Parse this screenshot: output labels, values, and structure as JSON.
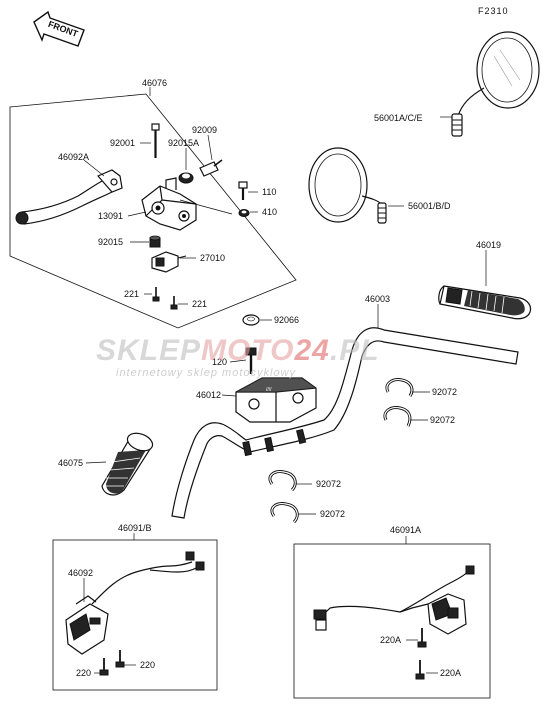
{
  "diagram": {
    "ref_code": "F2310",
    "front_badge": "FRONT",
    "watermark": {
      "part1": "SKLEP",
      "part2": "MOTO",
      "part3": "24",
      "part4": ".PL",
      "tagline": "internetowy sklep motocyklowy"
    },
    "labels": {
      "p46076": "46076",
      "p92001": "92001",
      "p92009": "92009",
      "p92015A": "92015A",
      "p46092A": "46092A",
      "p110": "110",
      "p13091": "13091",
      "p410": "410",
      "p92015": "92015",
      "p27010": "27010",
      "p221a": "221",
      "p221b": "221",
      "p56001ACE": "56001A/C/E",
      "p56001BD": "56001/B/D",
      "p46019": "46019",
      "p46003": "46003",
      "p92066": "92066",
      "p120": "120",
      "p46012": "46012",
      "p92072a": "92072",
      "p92072b": "92072",
      "p92072c": "92072",
      "p92072d": "92072",
      "p46075": "46075",
      "p46091B": "46091/B",
      "p46092": "46092",
      "p220a": "220",
      "p220b": "220",
      "p46091A": "46091A",
      "p220Aa": "220A",
      "p220Ab": "220A"
    }
  }
}
